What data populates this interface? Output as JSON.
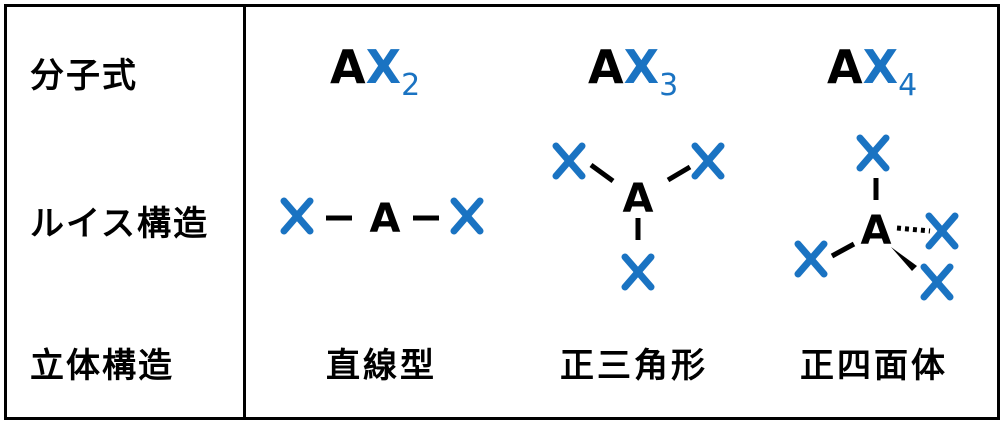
{
  "colors": {
    "x_atom": "#1a73c2",
    "central_atom": "#000000",
    "border": "#000000"
  },
  "row_labels": {
    "formula": "分子式",
    "lewis": "ルイス構造",
    "shape": "立体構造"
  },
  "columns": [
    {
      "formula": {
        "a": "A",
        "x": "X",
        "sub": "2"
      },
      "lewis": {
        "central": "A",
        "ligand": "X",
        "bonds": [
          "-",
          "-"
        ]
      },
      "shape": "直線型"
    },
    {
      "formula": {
        "a": "A",
        "x": "X",
        "sub": "3"
      },
      "lewis": {
        "central": "A",
        "ligand": "X",
        "bonds": [
          "-",
          "-",
          "-"
        ]
      },
      "shape": "正三角形"
    },
    {
      "formula": {
        "a": "A",
        "x": "X",
        "sub": "4"
      },
      "lewis": {
        "central": "A",
        "ligand": "X",
        "bonds": [
          "-",
          "-",
          "wedge",
          "dash"
        ]
      },
      "shape": "正四面体"
    }
  ]
}
